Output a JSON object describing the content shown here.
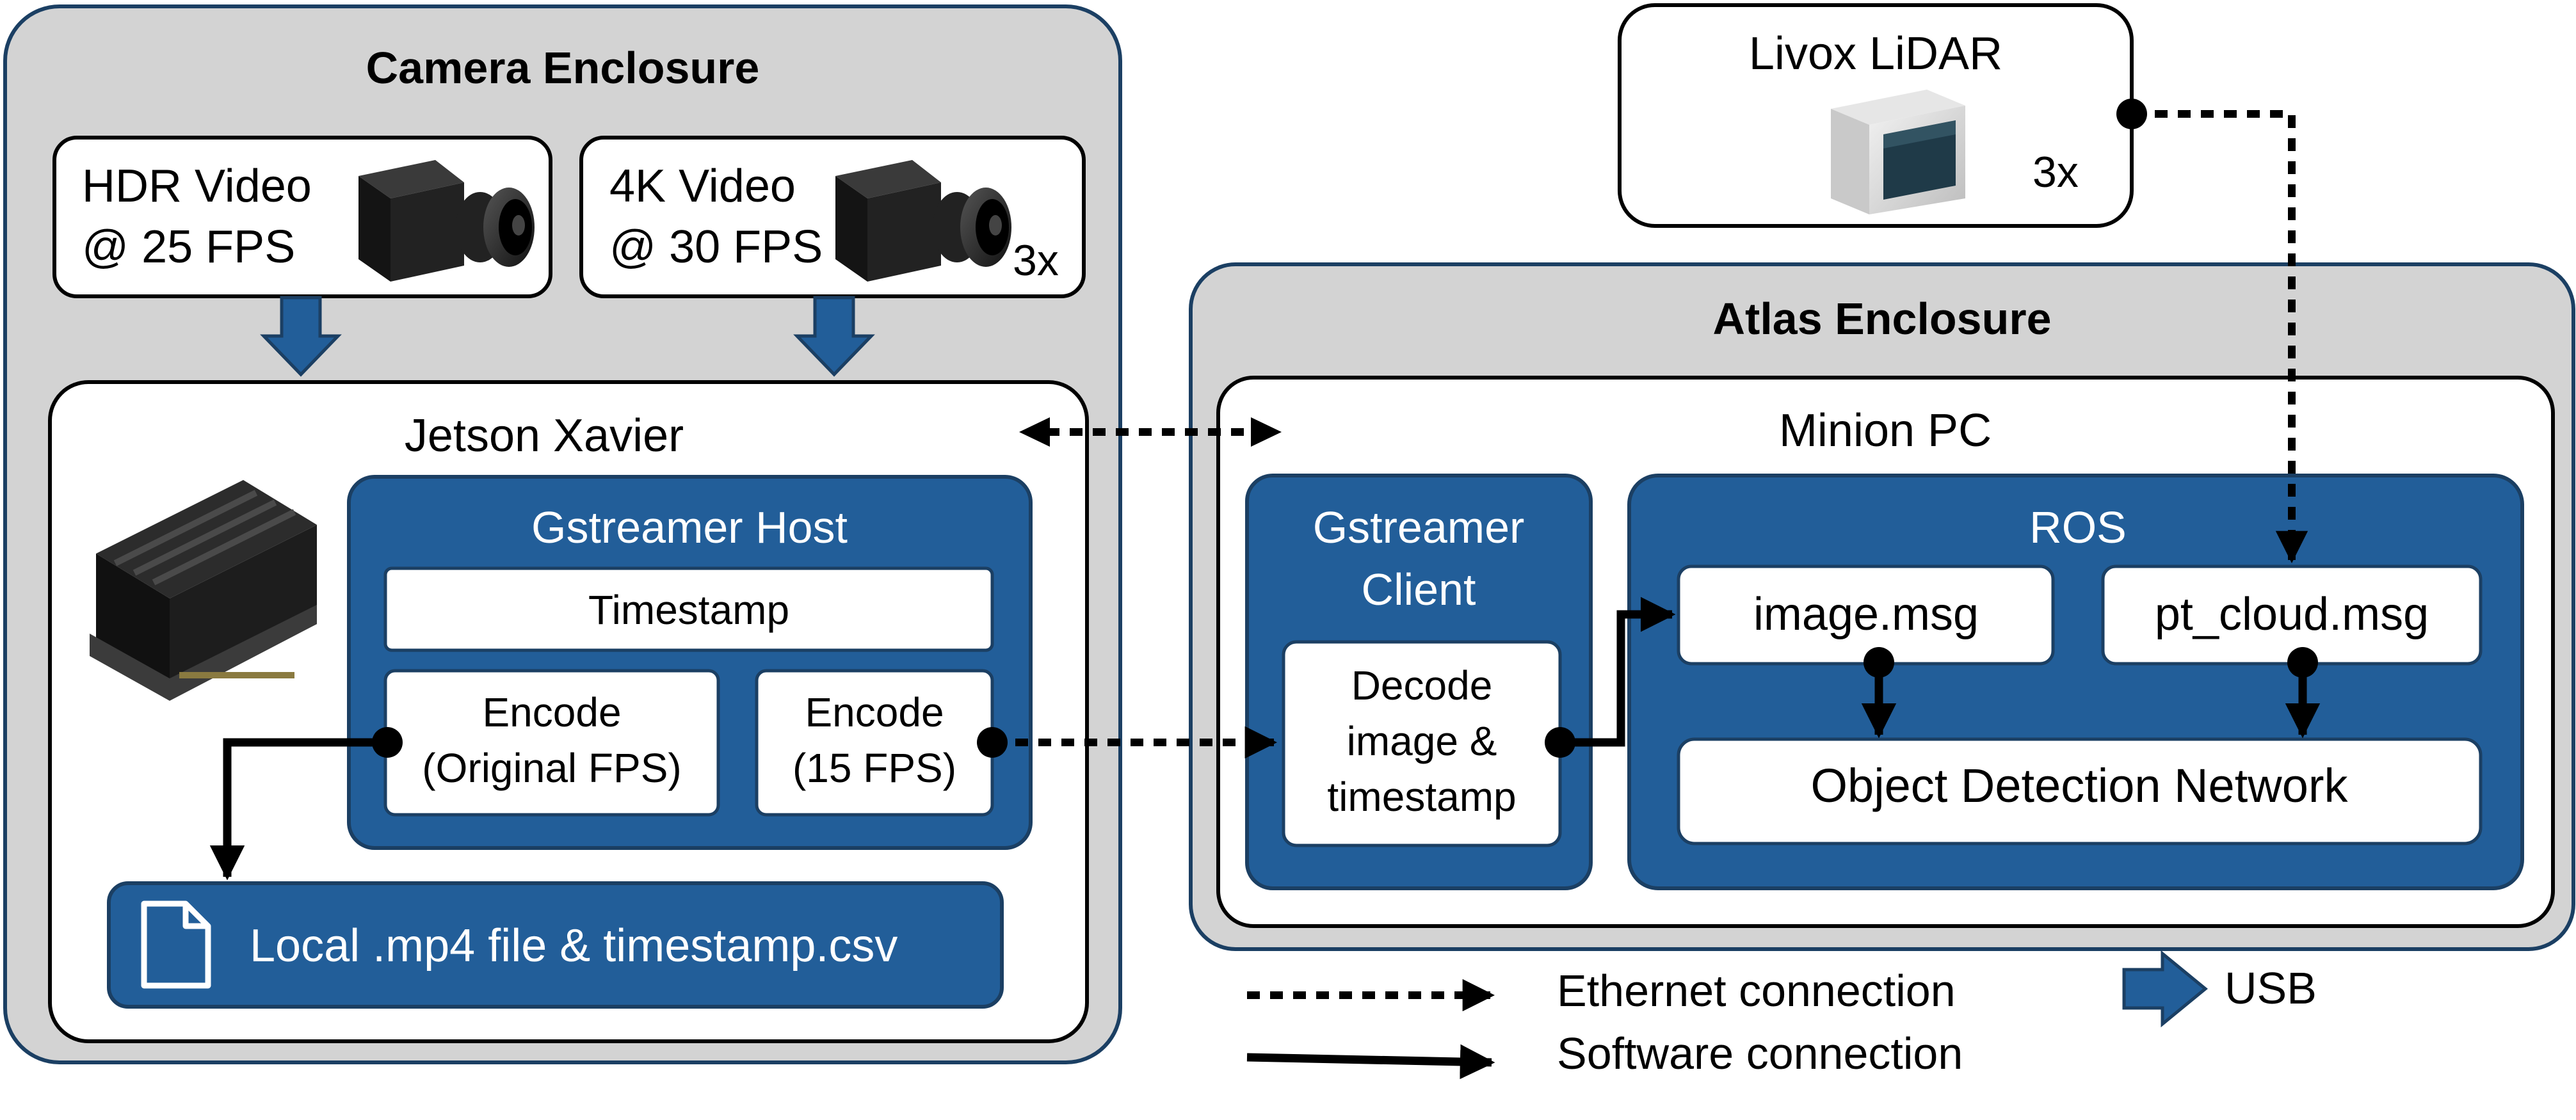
{
  "camera_enclosure": {
    "title": "Camera Enclosure",
    "hdr_camera": {
      "line1": "HDR Video",
      "line2": "@ 25 FPS"
    },
    "k4_camera": {
      "line1": "4K Video",
      "line2": "@ 30 FPS",
      "count": "3x"
    },
    "jetson": {
      "title": "Jetson Xavier",
      "gstreamer_host": {
        "title": "Gstreamer Host",
        "timestamp": "Timestamp",
        "encode_original": {
          "line1": "Encode",
          "line2": "(Original FPS)"
        },
        "encode_15": {
          "line1": "Encode",
          "line2": "(15 FPS)"
        }
      },
      "local_file": "Local .mp4 file & timestamp.csv"
    }
  },
  "lidar": {
    "title": "Livox LiDAR",
    "count": "3x"
  },
  "atlas_enclosure": {
    "title": "Atlas Enclosure",
    "minion_pc": {
      "title": "Minion PC",
      "gstreamer_client": {
        "line1": "Gstreamer",
        "line2": "Client",
        "decode": {
          "line1": "Decode",
          "line2": "image &",
          "line3": "timestamp"
        }
      },
      "ros": {
        "title": "ROS",
        "image_msg": "image.msg",
        "pt_cloud_msg": "pt_cloud.msg",
        "object_detection": "Object Detection Network"
      }
    }
  },
  "legend": {
    "ethernet": "Ethernet connection",
    "software": "Software connection",
    "usb": "USB"
  },
  "colors": {
    "enclosure_fill": "#d3d3d3",
    "blue": "#225e99",
    "dark_blue": "#1b3f63"
  },
  "icons": [
    "camera-icon",
    "lidar-icon",
    "jetson-module-icon",
    "file-icon"
  ]
}
